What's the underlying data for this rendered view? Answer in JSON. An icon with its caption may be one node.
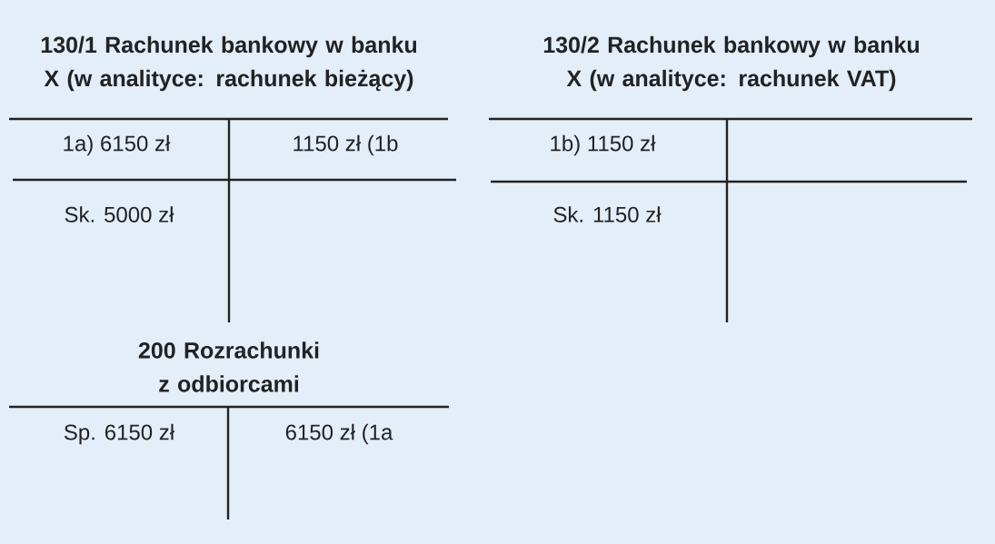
{
  "diagram": {
    "labels": [
      "130/1 Rachunek bankowy w banku X (w analityce: rachunek bieżący)",
      "130/2 Rachunek bankowy w banku X (w analityce: rachunek VAT)",
      "1a) 6150 zł",
      "1150 zł (1b",
      "1b) 1150 zł",
      "Sk. 5000 zł",
      "Sk. 1150 zł",
      "200 Rozrachunki z odbiorcami",
      "Sp. 6150 zł",
      "6150 zł (1a"
    ]
  }
}
